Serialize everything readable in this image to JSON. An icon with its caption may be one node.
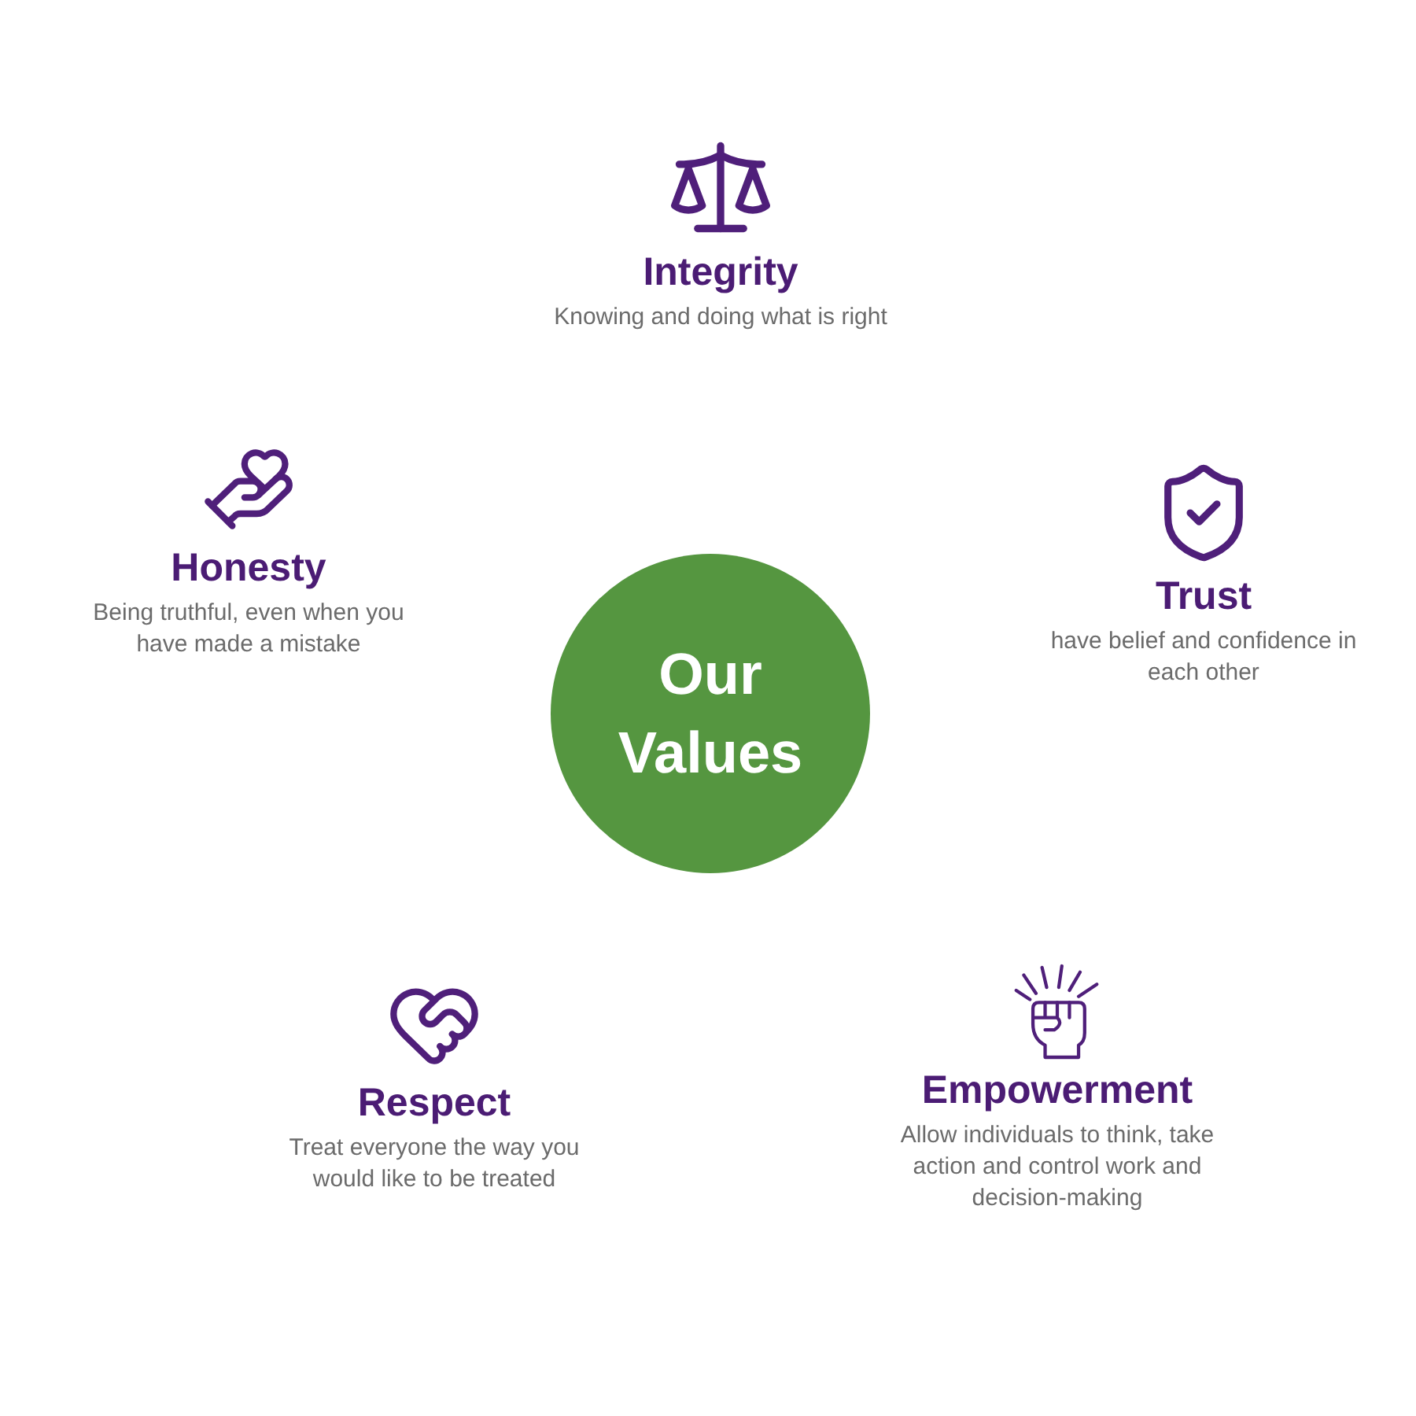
{
  "diagram": {
    "nodes": [
      {
        "text": [
          "Our Values"
        ]
      }
    ],
    "labels": [
      "Integrity",
      "Knowing and doing what is right",
      "Honesty",
      "Being truthful, even when you have made a mistake",
      "Trust",
      "have belief and confidence in each other",
      "Respect",
      "Treat everyone the way you would like to be treated",
      "Empowerment",
      "Allow individuals to think, take action and control work and decision-making"
    ]
  }
}
